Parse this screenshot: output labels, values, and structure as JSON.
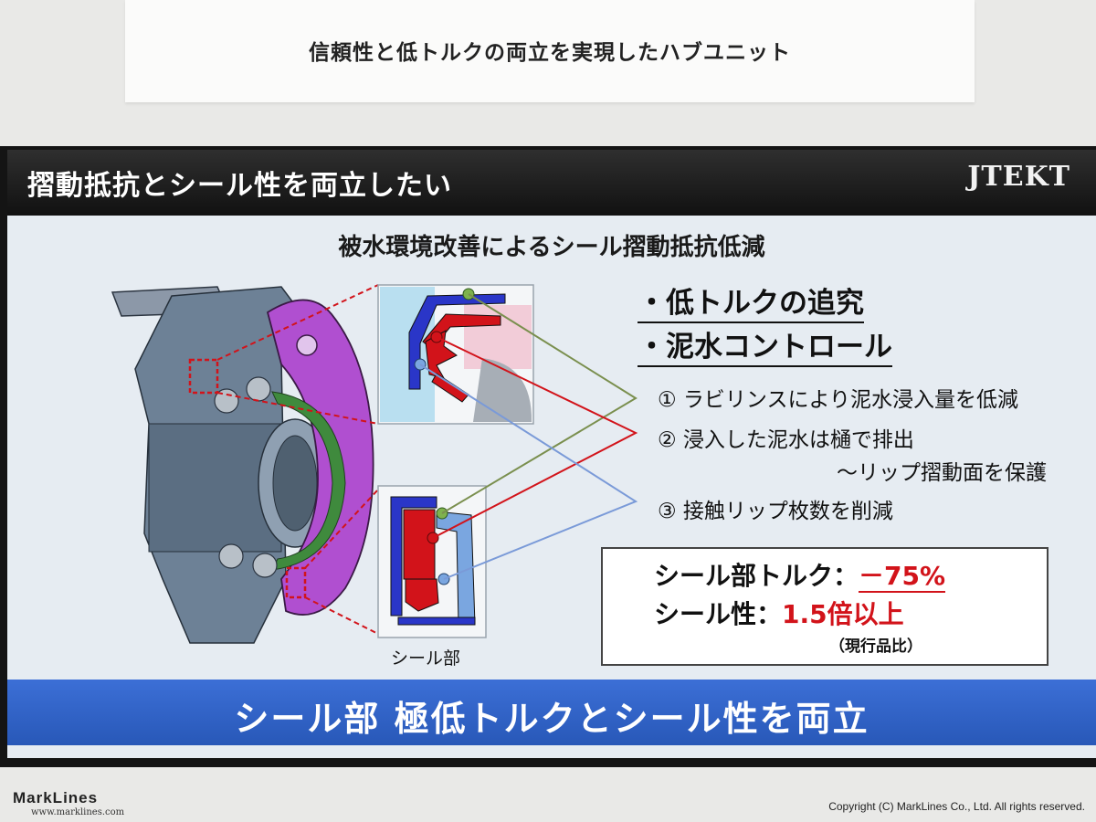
{
  "caption": "信頼性と低トルクの両立を実現したハブユニット",
  "slide": {
    "title": "摺動抵抗とシール性を両立したい",
    "brand": "JTEKT",
    "subtitle": "被水環境改善によるシール摺動抵抗低減",
    "bullets": [
      "・低トルクの追究",
      "・泥水コントロール"
    ],
    "points": [
      "① ラビリンスにより泥水浸入量を低減",
      "② 浸入した泥水は樋で排出",
      "～リップ摺動面を保護",
      "③ 接触リップ枚数を削減"
    ],
    "seal_caption": "シール部",
    "result": {
      "torque_label": "シール部トルク：",
      "torque_value": "－75%",
      "seal_label": "シール性：",
      "seal_value": "1.5倍以上",
      "note": "（現行品比）"
    },
    "footer": "シール部 極低トルクとシール性を両立"
  },
  "watermark": {
    "brand": "MarkLines",
    "url": "www.marklines.com",
    "copyright": "Copyright (C) MarkLines Co., Ltd. All rights reserved."
  },
  "colors": {
    "footer_band": "#2f62c8",
    "accent_red": "#d2131a",
    "hub_purple": "#b04fd0",
    "line_green": "#7a8f4e",
    "line_blue": "#7a9ad8"
  }
}
